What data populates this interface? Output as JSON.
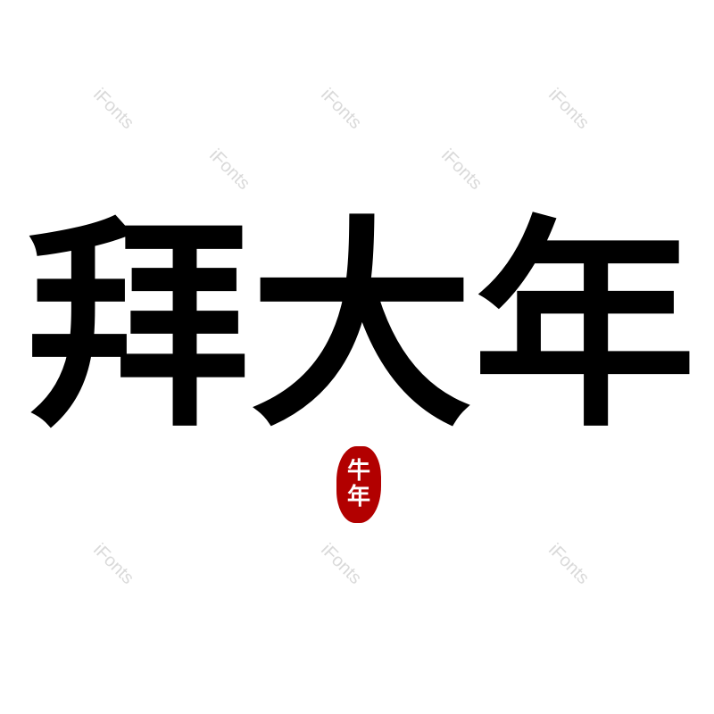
{
  "title_chars": [
    "拜",
    "大",
    "年"
  ],
  "seal": {
    "chars": [
      "牛",
      "年"
    ],
    "color": "#b20000"
  },
  "watermark": "iFonts",
  "ink_color": "#000000"
}
